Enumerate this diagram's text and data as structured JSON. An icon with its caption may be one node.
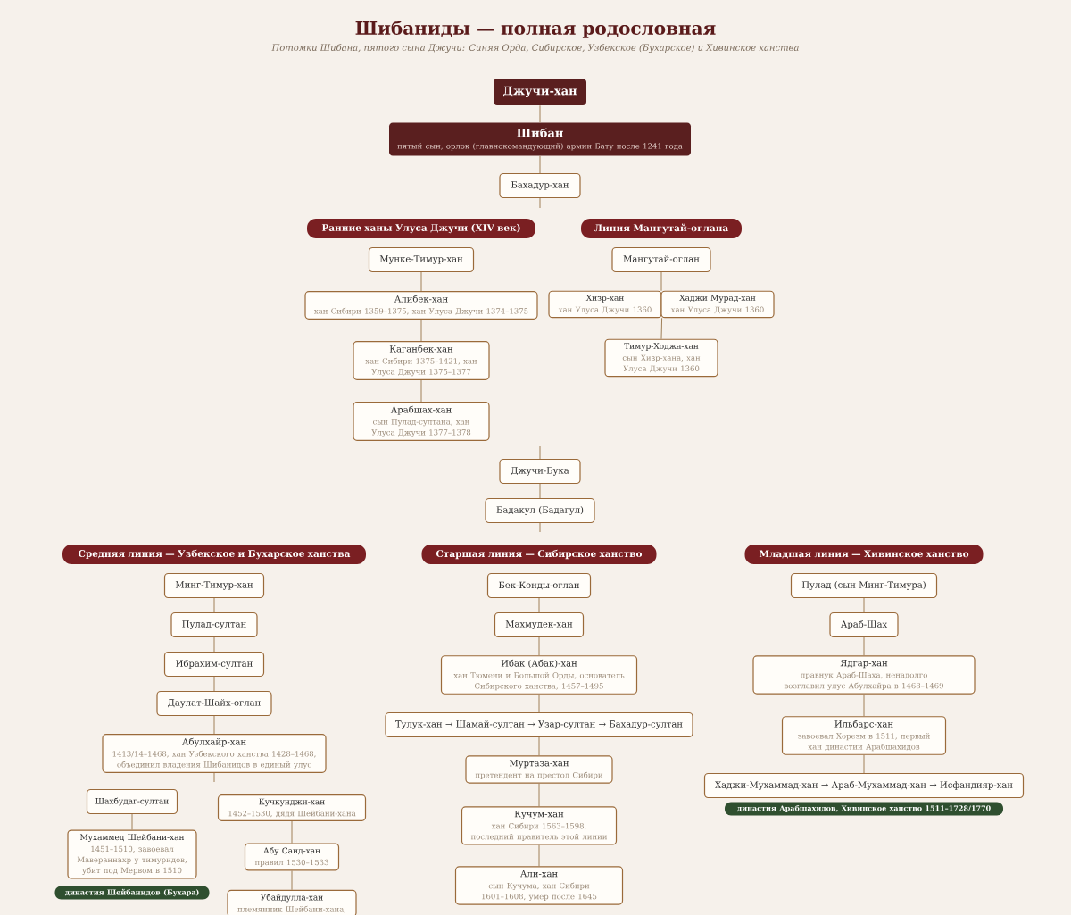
{
  "diagram": {
    "title": "Шибаниды — полная родословная",
    "nodes": [
      {
        "text": [
          "Джучи-хан"
        ]
      },
      {
        "text": [
          "Шибан",
          "пятый сын, орлок (главнокомандующий) армии Бату после 1241 года"
        ]
      },
      {
        "text": [
          "Бахадур-хан"
        ]
      },
      {
        "text": [
          "Ранние ханы Улуса Джучи (XIV век)"
        ]
      },
      {
        "text": [
          "Линия Мангутай-оглана"
        ]
      },
      {
        "text": [
          "Мунке-Тимур-хан"
        ]
      },
      {
        "text": [
          "Алибек-хан",
          "хан Сибири 1359–1375, хан Улуса Джучи 1374–1375"
        ]
      },
      {
        "text": [
          "Каганбек-хан",
          "хан Сибири 1375–1421, хан Улуса Джучи 1375–1377"
        ]
      },
      {
        "text": [
          "Арабшах-хан",
          "сын Пулад-султана, хан Улуса Джучи 1377–1378"
        ]
      },
      {
        "text": [
          "Мангутай-оглан"
        ]
      },
      {
        "text": [
          "Хизр-хан",
          "хан Улуса Джучи 1360"
        ]
      },
      {
        "text": [
          "Хаджи Мурад-хан",
          "хан Улуса Джучи 1360"
        ]
      },
      {
        "text": [
          "Тимур-Ходжа-хан",
          "сын Хизр-хана, хан Улуса Джучи 1360"
        ]
      },
      {
        "text": [
          "Джучи-Бука"
        ]
      },
      {
        "text": [
          "Бадакул (Бадагул)"
        ]
      },
      {
        "text": [
          "Средняя линия — Узбекское и Бухарское ханства"
        ]
      },
      {
        "text": [
          "Старшая линия — Сибирское ханство"
        ]
      },
      {
        "text": [
          "Младшая линия — Хивинское ханство"
        ]
      },
      {
        "text": [
          "Минг-Тимур-хан"
        ]
      },
      {
        "text": [
          "Пулад-султан"
        ]
      },
      {
        "text": [
          "Ибрахим-султан"
        ]
      },
      {
        "text": [
          "Даулат-Шайх-оглан"
        ]
      },
      {
        "text": [
          "Абулхайр-хан",
          "1413/14–1468, хан Узбекского ханства 1428–1468, объединил владения Шибанидов в единый улус"
        ]
      },
      {
        "text": [
          "Шахбудаг-султан"
        ]
      },
      {
        "text": [
          "Мухаммед Шейбани-хан",
          "1451–1510, завоевал Мавераннахр у тимуридов, убит под Мервом в 1510"
        ]
      },
      {
        "text": [
          "династия Шейбанидов (Бухара)"
        ]
      },
      {
        "text": [
          "Кучкунджи-хан",
          "1452–1530, дядя Шейбани-хана"
        ]
      },
      {
        "text": [
          "Абу Саид-хан",
          "правил 1530–1533"
        ]
      },
      {
        "text": [
          "Убайдулла-хан",
          "племянник Шейбани-хана,"
        ]
      },
      {
        "text": [
          "Бек-Конды-оглан"
        ]
      },
      {
        "text": [
          "Махмудек-хан"
        ]
      },
      {
        "text": [
          "Ибак (Абак)-хан",
          "хан Тюмени и Большой Орды, основатель Сибирского ханства, 1457–1495"
        ]
      },
      {
        "text": [
          "Тулук-хан → Шамай-султан → Узар-султан → Бахадур-султан"
        ]
      },
      {
        "text": [
          "Муртаза-хан",
          "претендент на престол Сибири"
        ]
      },
      {
        "text": [
          "Кучум-хан",
          "хан Сибири 1563–1598, последний правитель этой линии"
        ]
      },
      {
        "text": [
          "Али-хан",
          "сын Кучума, хан Сибири 1601–1608, умер после 1645"
        ]
      },
      {
        "text": [
          "Пулад (сын Минг-Тимура)"
        ]
      },
      {
        "text": [
          "Араб-Шах"
        ]
      },
      {
        "text": [
          "Ядгар-хан",
          "правнук Араб-Шаха, ненадолго возглавил улус Абулхайра в 1468–1469"
        ]
      },
      {
        "text": [
          "Ильбарс-хан",
          "завоевал Хорезм в 1511, первый хан династии Арабшахидов"
        ]
      },
      {
        "text": [
          "Хаджи-Мухаммад-хан → Араб-Мухаммад-хан → Исфандияр-хан"
        ]
      },
      {
        "text": [
          "династия Арабшахидов, Хивинское ханство 1511–1728/1770"
        ]
      }
    ],
    "edges": [
      {
        "from": 0,
        "to": 1,
        "arrow": "none"
      },
      {
        "from": 1,
        "to": 2,
        "arrow": "none"
      },
      {
        "from": 2,
        "to": null,
        "arrow": "none"
      },
      {
        "from": 5,
        "to": 6,
        "arrow": "none"
      },
      {
        "from": 6,
        "to": 7,
        "arrow": "none"
      },
      {
        "from": 7,
        "to": 8,
        "arrow": "none"
      },
      {
        "from": 9,
        "to": 10,
        "arrow": "none"
      },
      {
        "from": 9,
        "to": 11,
        "arrow": "none"
      },
      {
        "from": 10,
        "to": 12,
        "arrow": "none"
      },
      {
        "from": null,
        "to": 13,
        "arrow": "none"
      },
      {
        "from": 13,
        "to": 14,
        "arrow": "none"
      },
      {
        "from": 14,
        "to": null,
        "arrow": "none"
      },
      {
        "from": 18,
        "to": 19,
        "arrow": "none"
      },
      {
        "from": 19,
        "to": 20,
        "arrow": "none"
      },
      {
        "from": 20,
        "to": 21,
        "arrow": "none"
      },
      {
        "from": 21,
        "to": 22,
        "arrow": "none"
      },
      {
        "from": 22,
        "to": null,
        "arrow": "none"
      },
      {
        "from": 23,
        "to": 24,
        "arrow": "none"
      },
      {
        "from": 26,
        "to": 27,
        "arrow": "none"
      },
      {
        "from": 27,
        "to": 28,
        "arrow": "none"
      },
      {
        "from": 29,
        "to": 30,
        "arrow": "none"
      },
      {
        "from": 30,
        "to": 31,
        "arrow": "none"
      },
      {
        "from": 31,
        "to": 32,
        "arrow": "none"
      },
      {
        "from": 32,
        "to": 33,
        "arrow": "none"
      },
      {
        "from": 33,
        "to": 34,
        "arrow": "none"
      },
      {
        "from": 34,
        "to": 35,
        "arrow": "none"
      },
      {
        "from": 36,
        "to": 37,
        "arrow": "none"
      },
      {
        "from": 37,
        "to": 38,
        "arrow": "none"
      },
      {
        "from": 38,
        "to": 39,
        "arrow": "none"
      },
      {
        "from": 39,
        "to": 40,
        "arrow": "none"
      }
    ],
    "labels": [
      "Потомки Шибана, пятого сына Джучи: Синяя Орда, Сибирское, Узбекское (Бухарское) и Хивинское ханства"
    ]
  }
}
